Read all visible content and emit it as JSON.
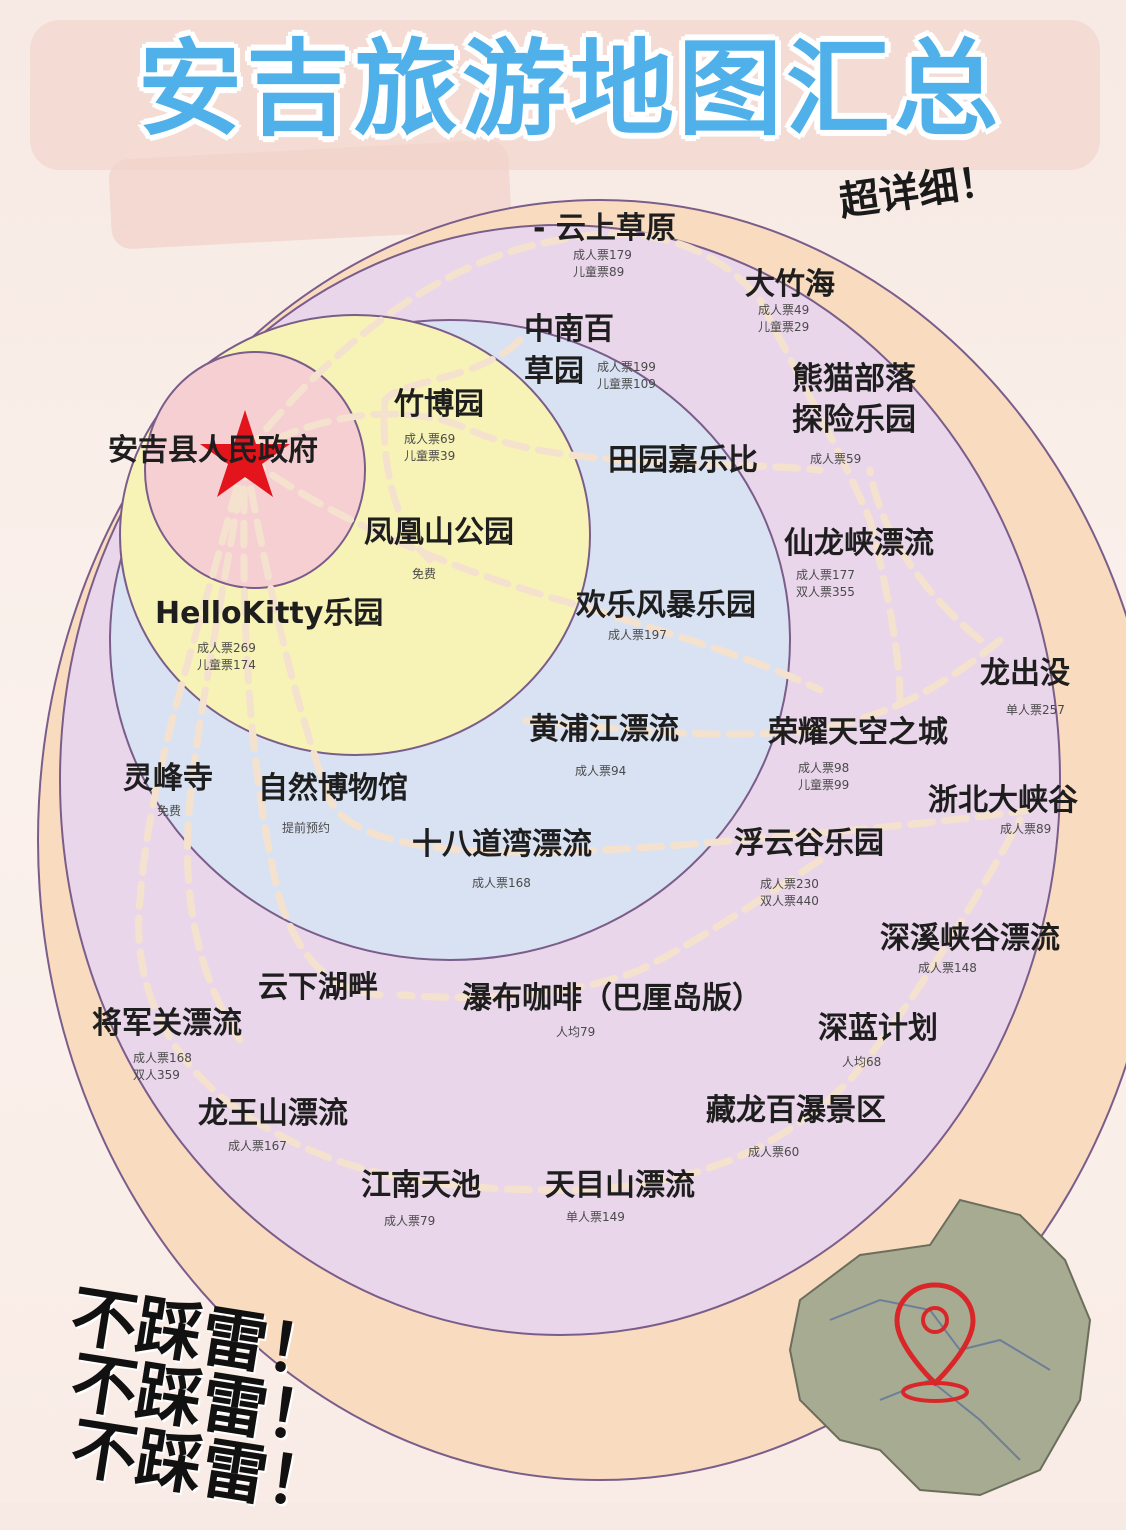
{
  "title": "安吉旅游地图汇总",
  "subtitle": "超详细！",
  "warnings": [
    "不踩雷！",
    "不踩雷！",
    "不踩雷！"
  ],
  "colors": {
    "title": "#4fb0ea",
    "ring_outer": "#f9dcbf",
    "ring_purple": "#ead6ea",
    "ring_blue": "#d9e2f2",
    "ring_yellow": "#f7f3b6",
    "ring_center": "#f6cfd3",
    "star": "#e3141b",
    "route": "#f3e1cc"
  },
  "center": {
    "name": "安吉县人民政府",
    "icon": "star-icon"
  },
  "places": [
    {
      "id": "yunshang",
      "name": "- 云上草原",
      "prices": [
        "成人票179",
        "儿童票89"
      ]
    },
    {
      "id": "dazhuhai",
      "name": "大竹海",
      "prices": [
        "成人票49",
        "儿童票29"
      ]
    },
    {
      "id": "zhongnan",
      "name_lines": [
        "中南百",
        "草园"
      ],
      "prices": [
        "成人票199",
        "儿童票109"
      ]
    },
    {
      "id": "xiongmao",
      "name_lines": [
        "熊猫部落",
        "探险乐园"
      ],
      "prices": [
        "成人票59"
      ]
    },
    {
      "id": "zhubo",
      "name": "竹博园",
      "prices": [
        "成人票69",
        "儿童票39"
      ]
    },
    {
      "id": "tianyuan",
      "name": "田园嘉乐比",
      "prices": []
    },
    {
      "id": "fenghuang",
      "name": "凤凰山公园",
      "prices": [
        "免费"
      ]
    },
    {
      "id": "xianlong",
      "name": "仙龙峡漂流",
      "prices": [
        "成人票177",
        "双人票355"
      ]
    },
    {
      "id": "hellokitty",
      "name": "HelloKitty乐园",
      "prices": [
        "成人票269",
        "儿童票174"
      ]
    },
    {
      "id": "huanle",
      "name": "欢乐风暴乐园",
      "prices": [
        "成人票197"
      ]
    },
    {
      "id": "longchumo",
      "name": "龙出没",
      "prices": [
        "单人票257"
      ]
    },
    {
      "id": "huangpu",
      "name": "黄浦江漂流",
      "prices": [
        "成人票94"
      ]
    },
    {
      "id": "rongyao",
      "name": "荣耀天空之城",
      "prices": [
        "成人票98",
        "儿童票99"
      ]
    },
    {
      "id": "lingfeng",
      "name": "灵峰寺",
      "prices": [
        "免费"
      ]
    },
    {
      "id": "ziran",
      "name": "自然博物馆",
      "prices": [
        "提前预约"
      ]
    },
    {
      "id": "zhebei",
      "name": "浙北大峡谷",
      "prices": [
        "成人票89"
      ]
    },
    {
      "id": "shiba",
      "name": "十八道湾漂流",
      "prices": [
        "成人票168"
      ]
    },
    {
      "id": "fuyun",
      "name": "浮云谷乐园",
      "prices": [
        "成人票230",
        "双人票440"
      ]
    },
    {
      "id": "shenxi",
      "name": "深溪峡谷漂流",
      "prices": [
        "成人票148"
      ]
    },
    {
      "id": "yunxia",
      "name": "云下湖畔",
      "prices": []
    },
    {
      "id": "pubu",
      "name": "瀑布咖啡（巴厘岛版）",
      "prices": [
        "人均79"
      ]
    },
    {
      "id": "jiangjun",
      "name": "将军关漂流",
      "prices": [
        "成人票168",
        "双人359"
      ]
    },
    {
      "id": "shenlan",
      "name": "深蓝计划",
      "prices": [
        "人均68"
      ]
    },
    {
      "id": "longwang",
      "name": "龙王山漂流",
      "prices": [
        "成人票167"
      ]
    },
    {
      "id": "canglong",
      "name": "藏龙百瀑景区",
      "prices": [
        "成人票60"
      ]
    },
    {
      "id": "jiangnan",
      "name": "江南天池",
      "prices": [
        "成人票79"
      ]
    },
    {
      "id": "tianmu",
      "name": "天目山漂流",
      "prices": [
        "单人票149"
      ]
    }
  ],
  "inset_map": {
    "icon": "location-pin-icon"
  }
}
